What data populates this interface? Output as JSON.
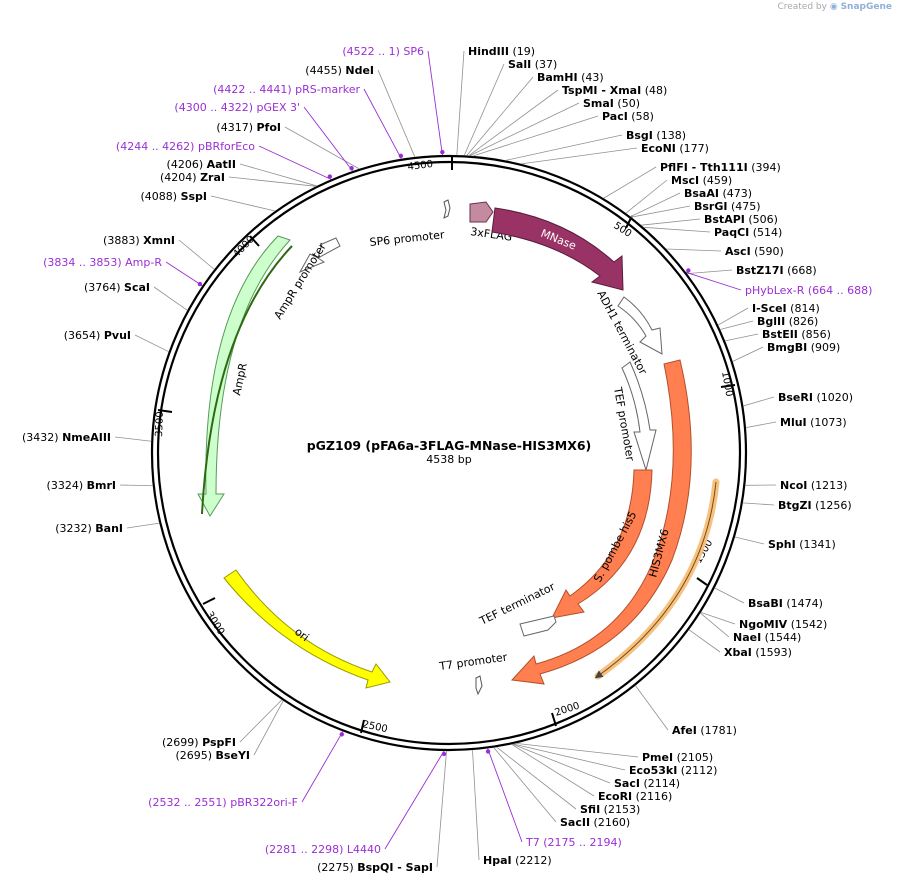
{
  "plasmid": {
    "name": "pGZ109 (pFA6a-3FLAG-MNase-HIS3MX6)",
    "length_label": "4538 bp",
    "length": 4538
  },
  "credit": {
    "prefix": "Created by",
    "brand": "SnapGene"
  },
  "ticks": [
    "500",
    "1000",
    "1500",
    "2000",
    "2500",
    "3000",
    "3500",
    "4000",
    "4500"
  ],
  "features": [
    {
      "name": "3xFLAG",
      "color": "#c48a9f"
    },
    {
      "name": "MNase",
      "color": "#993366"
    },
    {
      "name": "ADH1 terminator",
      "color": "#ffffff"
    },
    {
      "name": "TEF promoter",
      "color": "#ffffff"
    },
    {
      "name": "S. pombe his5",
      "color": "#ff7f50"
    },
    {
      "name": "HIS3MX6",
      "color": "#ff7f50"
    },
    {
      "name": "TEF terminator",
      "color": "#ffffff"
    },
    {
      "name": "T7 promoter",
      "color": "#ffffff"
    },
    {
      "name": "ori",
      "color": "#ffff00"
    },
    {
      "name": "AmpR",
      "color": "#ccffcc"
    },
    {
      "name": "AmpR promoter",
      "color": "#ffffff"
    },
    {
      "name": "SP6 promoter",
      "color": "#ffffff"
    }
  ],
  "sites_right": [
    {
      "name": "HindIII",
      "pos": "(19)"
    },
    {
      "name": "SalI",
      "pos": "(37)"
    },
    {
      "name": "BamHI",
      "pos": "(43)"
    },
    {
      "name": "TspMI",
      "name2": "XmaI",
      "pos": "(48)"
    },
    {
      "name": "SmaI",
      "pos": "(50)"
    },
    {
      "name": "PacI",
      "pos": "(58)"
    },
    {
      "name": "BsgI",
      "pos": "(138)"
    },
    {
      "name": "EcoNI",
      "pos": "(177)"
    },
    {
      "name": "PflFI",
      "name2": "Tth111I",
      "pos": "(394)"
    },
    {
      "name": "MscI",
      "pos": "(459)"
    },
    {
      "name": "BsaAI",
      "pos": "(473)"
    },
    {
      "name": "BsrGI",
      "pos": "(475)"
    },
    {
      "name": "BstAPI",
      "pos": "(506)"
    },
    {
      "name": "PaqCI",
      "pos": "(514)"
    },
    {
      "name": "AscI",
      "pos": "(590)"
    },
    {
      "name": "BstZ17I",
      "pos": "(668)"
    },
    {
      "name": "I-SceI",
      "pos": "(814)"
    },
    {
      "name": "BglII",
      "pos": "(826)"
    },
    {
      "name": "BstEII",
      "pos": "(856)"
    },
    {
      "name": "BmgBI",
      "pos": "(909)"
    },
    {
      "name": "BseRI",
      "pos": "(1020)"
    },
    {
      "name": "MluI",
      "pos": "(1073)"
    },
    {
      "name": "NcoI",
      "pos": "(1213)"
    },
    {
      "name": "BtgZI",
      "pos": "(1256)"
    },
    {
      "name": "SphI",
      "pos": "(1341)"
    },
    {
      "name": "BsaBI",
      "pos": "(1474)"
    },
    {
      "name": "NgoMIV",
      "pos": "(1542)"
    },
    {
      "name": "NaeI",
      "pos": "(1544)"
    },
    {
      "name": "XbaI",
      "pos": "(1593)"
    },
    {
      "name": "AfeI",
      "pos": "(1781)"
    },
    {
      "name": "PmeI",
      "pos": "(2105)"
    },
    {
      "name": "Eco53kI",
      "pos": "(2112)"
    },
    {
      "name": "SacI",
      "pos": "(2114)"
    },
    {
      "name": "EcoRI",
      "pos": "(2116)"
    },
    {
      "name": "SfiI",
      "pos": "(2153)"
    },
    {
      "name": "SacII",
      "pos": "(2160)"
    },
    {
      "name": "HpaI",
      "pos": "(2212)"
    }
  ],
  "sites_left": [
    {
      "name": "NdeI",
      "pos": "(4455)"
    },
    {
      "name": "PfoI",
      "pos": "(4317)"
    },
    {
      "name": "AatII",
      "pos": "(4206)"
    },
    {
      "name": "ZraI",
      "pos": "(4204)"
    },
    {
      "name": "SspI",
      "pos": "(4088)"
    },
    {
      "name": "XmnI",
      "pos": "(3883)"
    },
    {
      "name": "ScaI",
      "pos": "(3764)"
    },
    {
      "name": "PvuI",
      "pos": "(3654)"
    },
    {
      "name": "NmeAIII",
      "pos": "(3432)"
    },
    {
      "name": "BmrI",
      "pos": "(3324)"
    },
    {
      "name": "BanI",
      "pos": "(3232)"
    },
    {
      "name": "PspFI",
      "pos": "(2699)"
    },
    {
      "name": "BseYI",
      "pos": "(2695)"
    },
    {
      "name": "BspQI",
      "name2": "SapI",
      "pos": "(2275)"
    }
  ],
  "primers": [
    {
      "range": "(4522 .. 1)",
      "name": "SP6"
    },
    {
      "range": "(4422 .. 4441)",
      "name": "pRS-marker"
    },
    {
      "range": "(4300 .. 4322)",
      "name": "pGEX 3'"
    },
    {
      "range": "(4244 .. 4262)",
      "name": "pBRforEco"
    },
    {
      "range": "(3834 .. 3853)",
      "name": "Amp-R"
    },
    {
      "name": "pHybLex-R",
      "range": "(664 .. 688)"
    },
    {
      "range": "(2532 .. 2551)",
      "name": "pBR322ori-F"
    },
    {
      "range": "(2281 .. 2298)",
      "name": "L4440"
    },
    {
      "name": "T7",
      "range": "(2175 .. 2194)"
    }
  ],
  "colors": {
    "primer": "#9a2fd4",
    "backbone": "#000000",
    "leader": "#909090"
  }
}
